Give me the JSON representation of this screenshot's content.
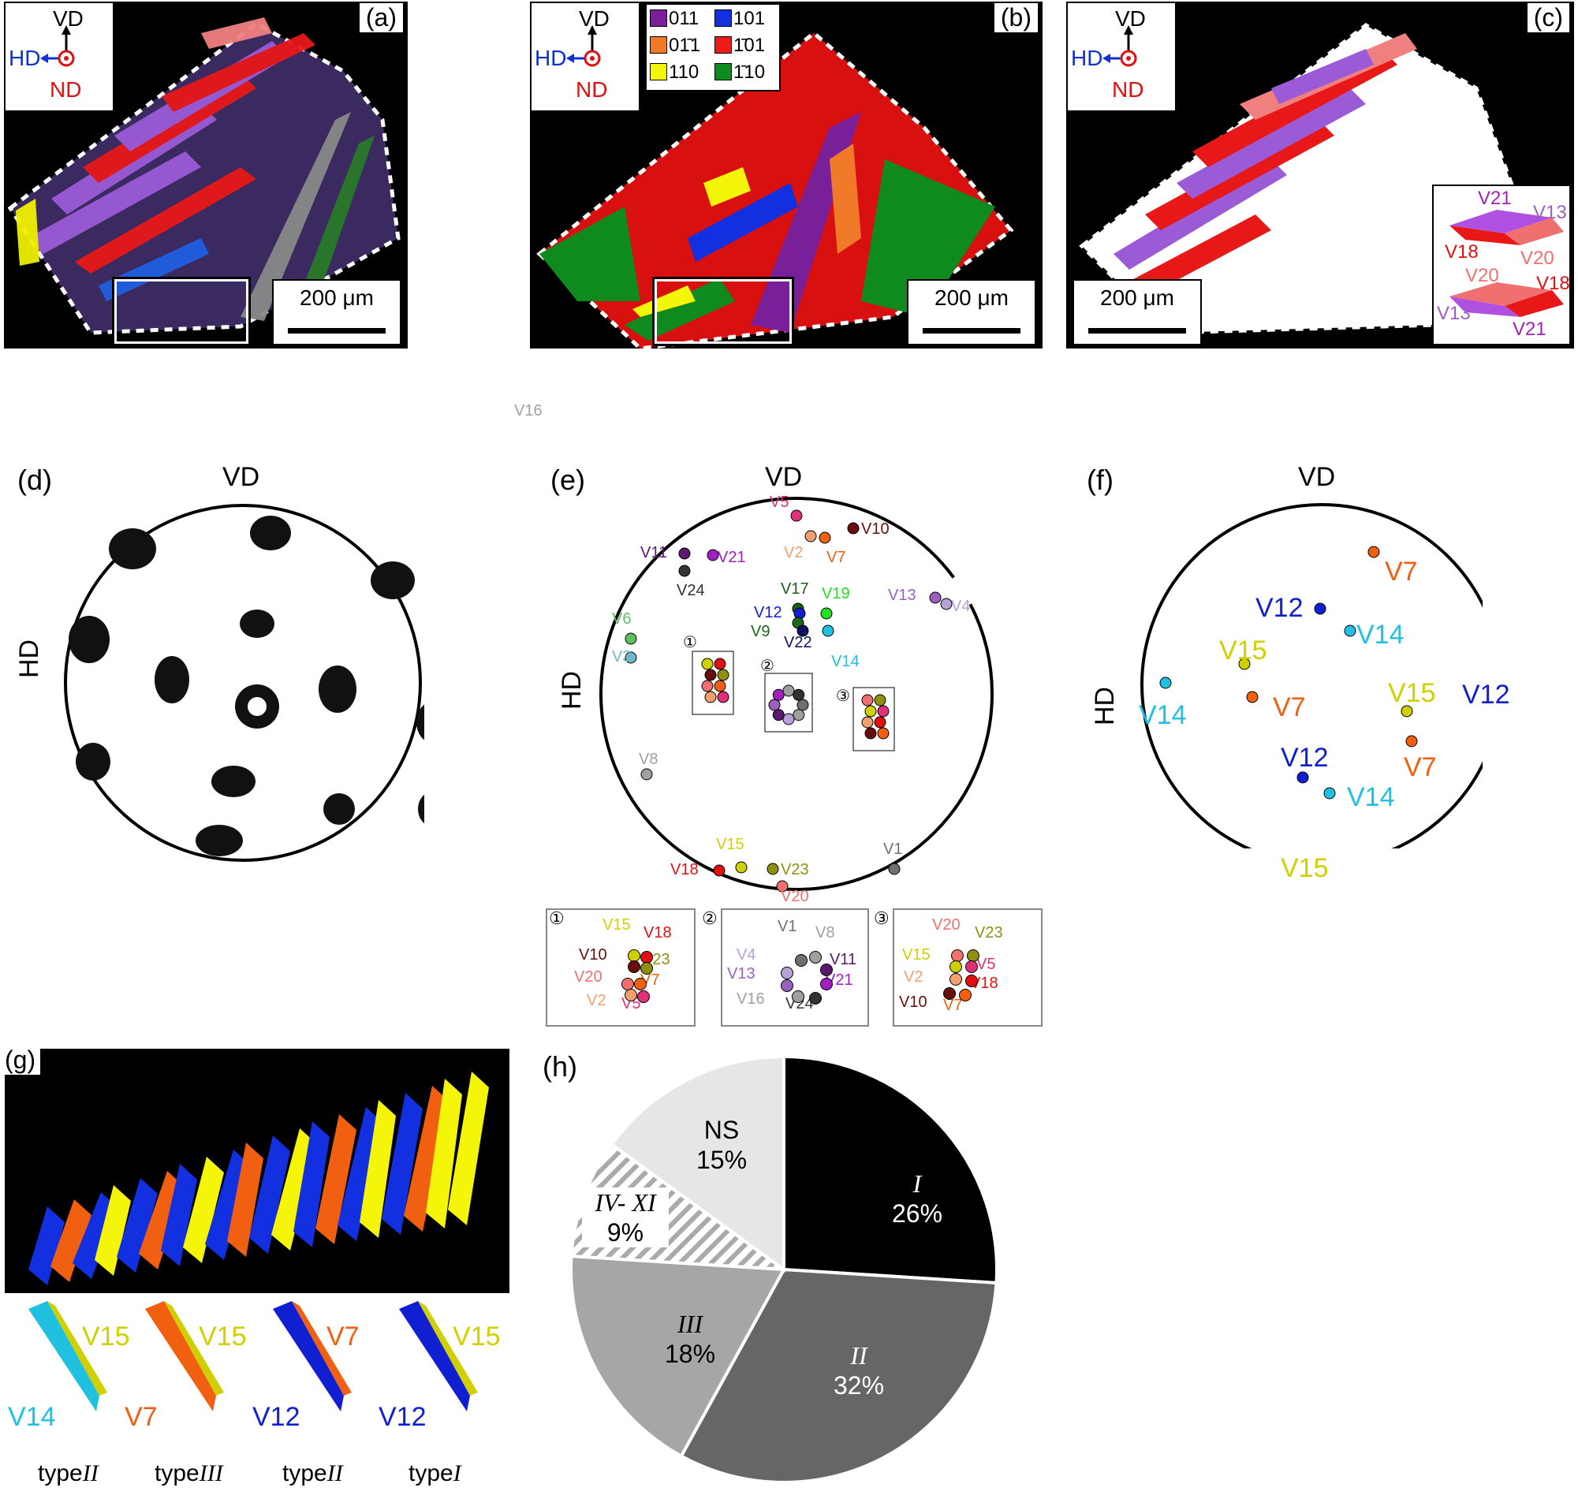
{
  "panels": {
    "a": "(a)",
    "b": "(b)",
    "c": "(c)",
    "d": "(d)",
    "e": "(e)",
    "f": "(f)",
    "g": "(g)",
    "h": "(h)"
  },
  "axes": {
    "vd": "VD",
    "hd": "HD",
    "nd": "ND"
  },
  "scalebar": "200 μm",
  "legend_b": [
    {
      "label": "011",
      "color": "#7a1f9a"
    },
    {
      "label": "101",
      "color": "#1230e0"
    },
    {
      "label": "01̄1",
      "color": "#f07a2a"
    },
    {
      "label": "1̄01",
      "color": "#ee1b1b"
    },
    {
      "label": "110",
      "color": "#f5f50a"
    },
    {
      "label": "1̄10",
      "color": "#0e8a1e"
    }
  ],
  "panel_c_inset": {
    "top": [
      "V21",
      "V13",
      "V18",
      "V20"
    ],
    "bottom": [
      "V20",
      "V18",
      "V13",
      "V21"
    ]
  },
  "panel_e": {
    "box_numbers": [
      "①",
      "②",
      "③"
    ],
    "variants": [
      {
        "t": "V16",
        "c": "#a0a0a0"
      },
      {
        "t": "V5",
        "c": "#e0307a"
      },
      {
        "t": "V10",
        "c": "#6a0d0d"
      },
      {
        "t": "V11",
        "c": "#5a1870"
      },
      {
        "t": "V21",
        "c": "#a020c0"
      },
      {
        "t": "V2",
        "c": "#f0a070"
      },
      {
        "t": "V7",
        "c": "#f06010"
      },
      {
        "t": "V24",
        "c": "#333333"
      },
      {
        "t": "V17",
        "c": "#1a5e1a"
      },
      {
        "t": "V19",
        "c": "#20e020"
      },
      {
        "t": "V12",
        "c": "#1020d0"
      },
      {
        "t": "V13",
        "c": "#9a60c0"
      },
      {
        "t": "V4",
        "c": "#b8a0d8"
      },
      {
        "t": "V3",
        "c": "#70b8c8"
      },
      {
        "t": "V9",
        "c": "#1a6a1a"
      },
      {
        "t": "V6",
        "c": "#60c060"
      },
      {
        "t": "V22",
        "c": "#101060"
      },
      {
        "t": "V14",
        "c": "#20c0e0"
      },
      {
        "t": "V1",
        "c": "#707070"
      },
      {
        "t": "V8",
        "c": "#a0a0a0"
      },
      {
        "t": "V15",
        "c": "#d0d000"
      },
      {
        "t": "V23",
        "c": "#909010"
      },
      {
        "t": "V18",
        "c": "#e01010"
      },
      {
        "t": "V20",
        "c": "#f07070"
      }
    ],
    "inset1": [
      "V15",
      "V18",
      "V10",
      "V23",
      "V20",
      "V7",
      "V2",
      "V5"
    ],
    "inset2": [
      "V1",
      "V8",
      "V4",
      "V11",
      "V13",
      "V21",
      "V16",
      "V24"
    ],
    "inset3": [
      "V20",
      "V23",
      "V15",
      "V5",
      "V2",
      "V18",
      "V10",
      "V7"
    ]
  },
  "panel_f": [
    {
      "t": "V7",
      "c": "#f06010"
    },
    {
      "t": "V12",
      "c": "#1020d0"
    },
    {
      "t": "V14",
      "c": "#20c0e0"
    },
    {
      "t": "V15",
      "c": "#d0d000"
    },
    {
      "t": "V7",
      "c": "#f06010"
    },
    {
      "t": "V15",
      "c": "#d0d000"
    },
    {
      "t": "V12",
      "c": "#1020d0"
    },
    {
      "t": "V14",
      "c": "#20c0e0"
    },
    {
      "t": "V7",
      "c": "#f06010"
    },
    {
      "t": "V12",
      "c": "#1020d0"
    },
    {
      "t": "V14",
      "c": "#20c0e0"
    },
    {
      "t": "V15",
      "c": "#d0d000"
    }
  ],
  "panel_g": {
    "pairs": [
      {
        "top": "V15",
        "bottom": "V14",
        "type": "typeII",
        "tc": "#d0d000",
        "bc": "#20c0e0"
      },
      {
        "top": "V15",
        "bottom": "V7",
        "type": "typeIII",
        "tc": "#d0d000",
        "bc": "#f06010"
      },
      {
        "top": "V7",
        "bottom": "V12",
        "type": "typeII",
        "tc": "#f06010",
        "bc": "#1020d0"
      },
      {
        "top": "V15",
        "bottom": "V12",
        "type": "typeI",
        "tc": "#d0d000",
        "bc": "#1020d0"
      }
    ],
    "type_prefix": "type",
    "type_roman": [
      "II",
      "III",
      "II",
      "I"
    ]
  },
  "chart_data": {
    "type": "pie",
    "slices": [
      {
        "label": "I",
        "value": 26,
        "text": "26%",
        "color": "#000000"
      },
      {
        "label": "II",
        "value": 32,
        "text": "32%",
        "color": "#666666"
      },
      {
        "label": "III",
        "value": 18,
        "text": "18%",
        "color": "#a6a6a6"
      },
      {
        "label": "IV- XI",
        "value": 9,
        "text": "9%",
        "color": "hatched"
      },
      {
        "label": "NS",
        "value": 15,
        "text": "15%",
        "color": "#e6e6e6"
      }
    ]
  }
}
